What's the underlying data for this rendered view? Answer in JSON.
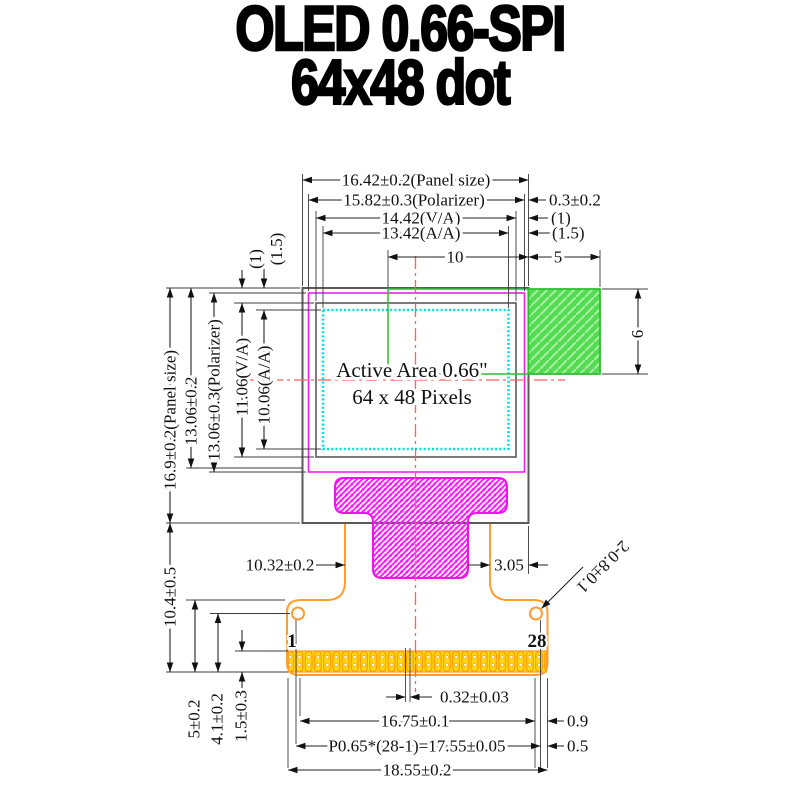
{
  "title": {
    "line1": "OLED 0.66-SPI",
    "line2": "64x48 dot"
  },
  "display": {
    "active_area": "Active Area 0.66\"",
    "resolution": "64 x 48 Pixels"
  },
  "pins": {
    "first": "1",
    "last": "28"
  },
  "dims": {
    "panel_w": "16.42±0.2(Panel size)",
    "polarizer_w": "15.82±0.3(Polarizer)",
    "va_w": "14.42(V/A)",
    "aa_w": "13.42(A/A)",
    "offset_right": "0.3±0.2",
    "va_inset_r": "(1)",
    "aa_inset_r": "(1.5)",
    "tab_overlap": "10",
    "tab_ext": "5",
    "tab_h": "6",
    "panel_h": "16.9±0.2(Panel size)",
    "glass_h": "13.06±0.2",
    "polarizer_h": "13.06±0.3(Polarizer)",
    "va_h": "11.06(V/A)",
    "aa_h": "10.06(A/A)",
    "va_inset_t": "(1)",
    "aa_inset_t": "(1.5)",
    "neck_w": "10.32±0.2",
    "neck_offset": "3.05",
    "fpc_len": "10.4±0.5",
    "conn_h": "5±0.2",
    "hole_y": "4.1±0.2",
    "finger_h": "1.5±0.3",
    "holes": "2-0.8±0.1",
    "pin_w": "0.32±0.03",
    "pads_w": "16.75±0.1",
    "pitch": "P0.65*(28-1)=17.55±0.05",
    "fpc_w": "18.55±0.2",
    "edge_r1": "0.9",
    "edge_r2": "0.5"
  },
  "colors": {
    "polarizer": "#f020f0",
    "active_area": "#00e0e0",
    "tab_fill": "#54db54",
    "fpc": "#ff9d2e",
    "gold": "#ffe413",
    "centerline": "#ff5f5f"
  }
}
